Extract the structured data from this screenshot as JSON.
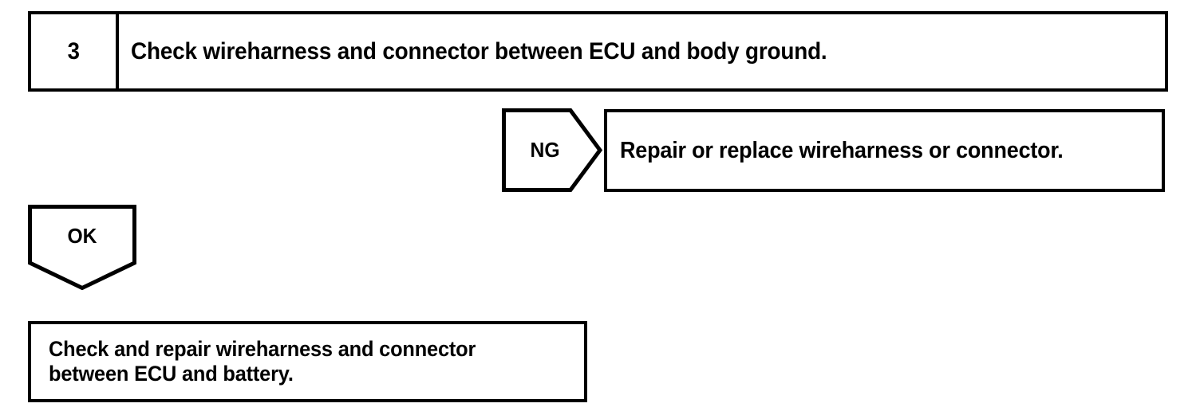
{
  "flowchart": {
    "step": {
      "number": "3",
      "instruction": "Check wireharness and connector between ECU and body ground."
    },
    "branches": [
      {
        "label": "NG",
        "direction": "right",
        "result": "Repair or replace wireharness or connector."
      },
      {
        "label": "OK",
        "direction": "down",
        "result_line_1": "Check and repair wireharness and connector",
        "result_line_2": "between ECU and battery."
      }
    ],
    "colors": {
      "line": "#000000",
      "text": "#000000",
      "background": "#ffffff"
    }
  }
}
